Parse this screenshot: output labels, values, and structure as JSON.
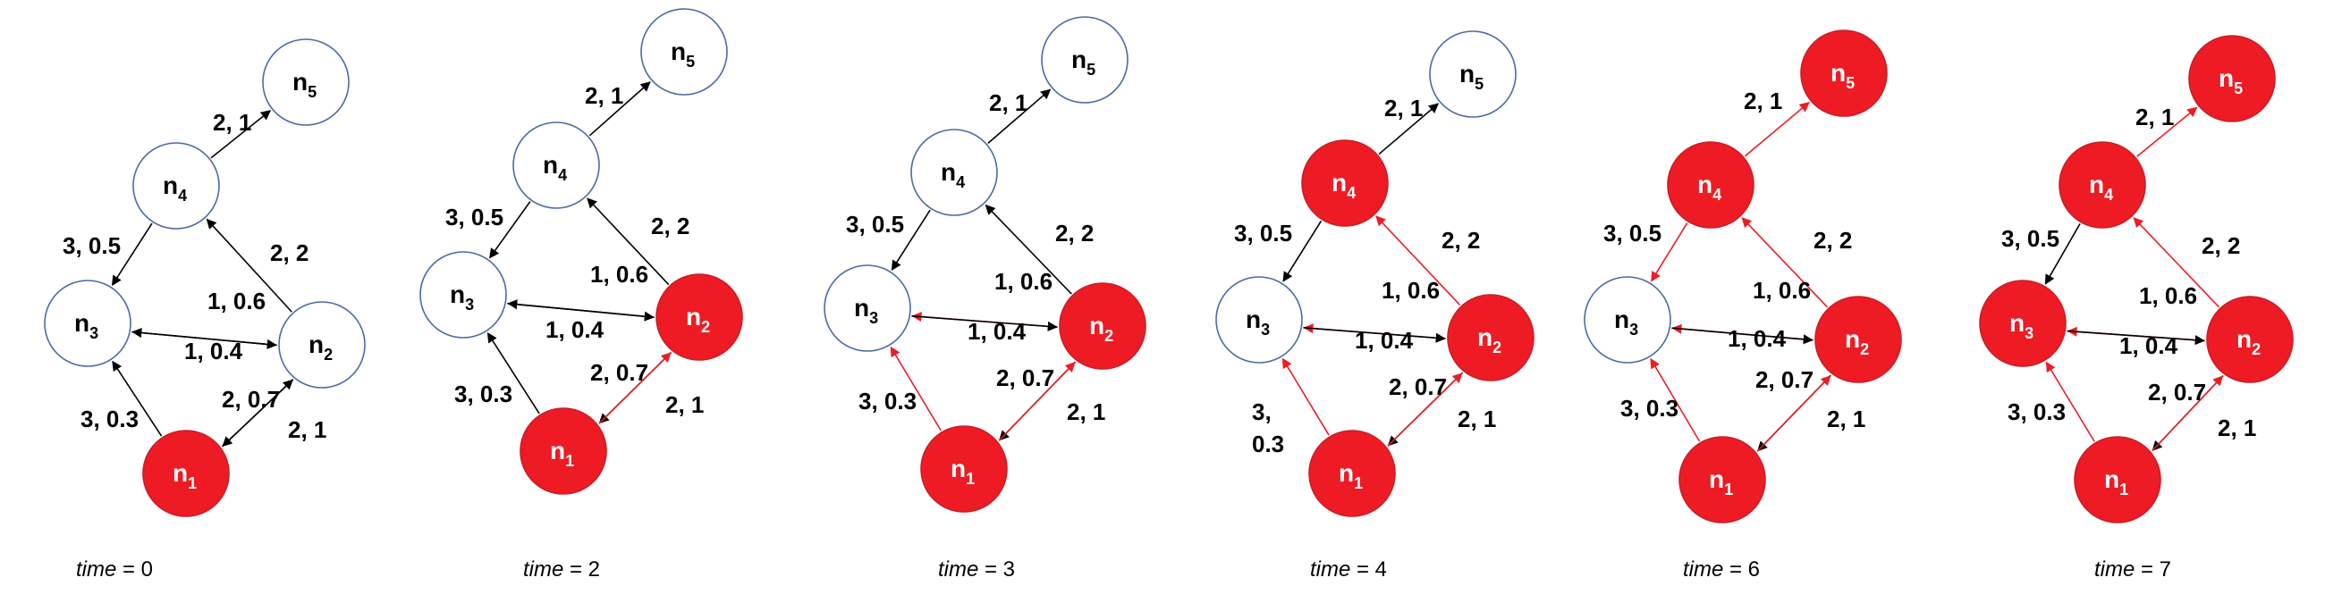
{
  "colors": {
    "infected": "#ef1b24",
    "active_edge": "#ee1c25",
    "inactive_edge": "#000000",
    "node_stroke": "#4b6aa5",
    "infected_stroke": "#c81f26"
  },
  "panels": [
    {
      "caption": {
        "var": "time",
        "rest": " = 0"
      },
      "infected_nodes": [
        "n1"
      ],
      "red_edges": [],
      "edge_labels": {
        "n4n5": "2, 1",
        "n4n3": "3, 0.5",
        "n2n4": "2, 2",
        "n2n3": "1, 0.6",
        "n3n2": "1, 0.4",
        "n1n3": "3, 0.3",
        "n2n1": "2, 0.7",
        "n1n2": "2, 1"
      }
    },
    {
      "caption": {
        "var": "time",
        "rest": " = 2"
      },
      "infected_nodes": [
        "n1",
        "n2"
      ],
      "red_edges": [
        "n1n2"
      ],
      "edge_labels": {
        "n4n5": "2, 1",
        "n4n3": "3, 0.5",
        "n2n4": "2, 2",
        "n2n3": "1, 0.6",
        "n3n2": "1, 0.4",
        "n1n3": "3, 0.3",
        "n2n1": "2, 0.7",
        "n1n2": "2, 1"
      }
    },
    {
      "caption": {
        "var": "time",
        "rest": " = 3"
      },
      "infected_nodes": [
        "n1",
        "n2"
      ],
      "red_edges": [
        "n1n2",
        "n1n3",
        "n2n3"
      ],
      "edge_labels": {
        "n4n5": "2, 1",
        "n4n3": "3, 0.5",
        "n2n4": "2, 2",
        "n2n3": "1, 0.6",
        "n3n2": "1, 0.4",
        "n1n3": "3, 0.3",
        "n2n1": "2, 0.7",
        "n1n2": "2, 1"
      }
    },
    {
      "caption": {
        "var": "time",
        "rest": " = 4"
      },
      "infected_nodes": [
        "n1",
        "n2",
        "n4"
      ],
      "red_edges": [
        "n1n2",
        "n1n3",
        "n2n3",
        "n2n4"
      ],
      "edge_labels": {
        "n4n5": "2, 1",
        "n4n3": "3, 0.5",
        "n2n4": "2, 2",
        "n2n3": "1, 0.6",
        "n3n2": "1, 0.4",
        "n1n3": "3,\n0.3",
        "n2n1": "2, 0.7",
        "n1n2": "2, 1"
      }
    },
    {
      "caption": {
        "var": "time",
        "rest": " = 6"
      },
      "infected_nodes": [
        "n1",
        "n2",
        "n4",
        "n5"
      ],
      "red_edges": [
        "n1n2",
        "n1n3",
        "n2n3",
        "n2n4",
        "n4n5",
        "n4n3"
      ],
      "edge_labels": {
        "n4n5": "2, 1",
        "n4n3": "3, 0.5",
        "n2n4": "2, 2",
        "n2n3": "1, 0.6",
        "n3n2": "1, 0.4",
        "n1n3": "3, 0.3",
        "n2n1": "2, 0.7",
        "n1n2": "2, 1"
      }
    },
    {
      "caption": {
        "var": "time",
        "rest": " = 7"
      },
      "infected_nodes": [
        "n1",
        "n2",
        "n3",
        "n4",
        "n5"
      ],
      "red_edges": [
        "n1n2",
        "n1n3",
        "n2n3",
        "n2n4",
        "n4n5"
      ],
      "edge_labels": {
        "n4n5": "2, 1",
        "n4n3": "3, 0.5",
        "n2n4": "2, 2",
        "n2n3": "1, 0.6",
        "n3n2": "1, 0.4",
        "n1n3": "3, 0.3",
        "n2n1": "2, 0.7",
        "n1n2": "2, 1"
      }
    }
  ]
}
